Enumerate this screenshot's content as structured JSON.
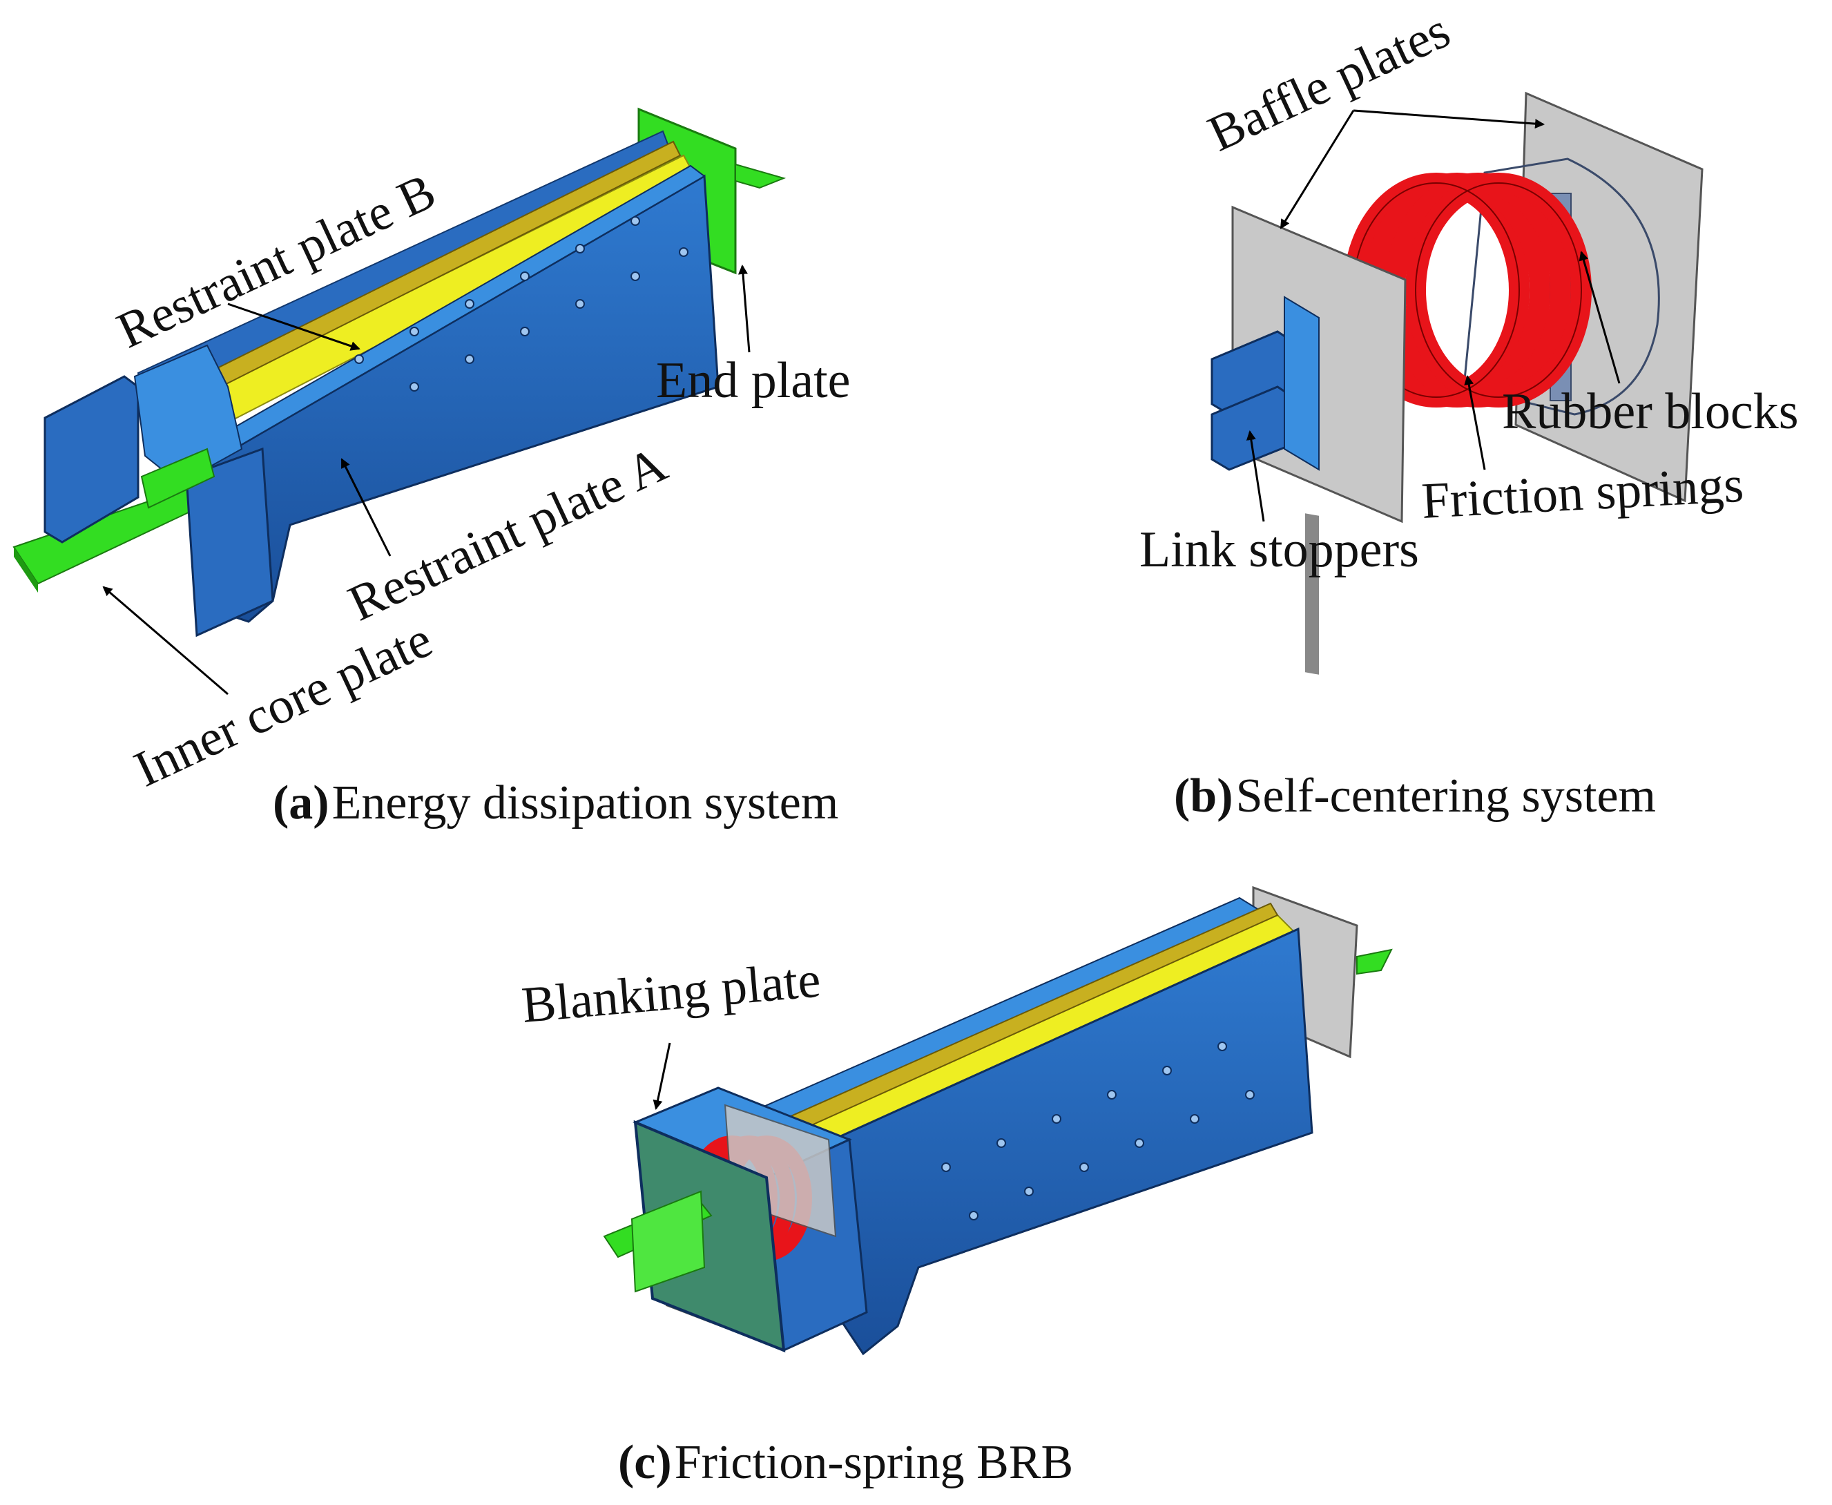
{
  "panel_a": {
    "labels": {
      "restraint_b": "Restraint plate B",
      "restraint_a": "Restraint plate A",
      "end_plate": "End plate",
      "inner_core": "Inner core plate"
    },
    "caption_letter": "(a)",
    "caption_text": "Energy dissipation system"
  },
  "panel_b": {
    "labels": {
      "baffle": "Baffle plates",
      "rubber": "Rubber blocks",
      "friction": "Friction springs",
      "link": "Link stoppers"
    },
    "caption_letter": "(b)",
    "caption_text": " Self-centering system"
  },
  "panel_c": {
    "labels": {
      "blanking": "Blanking plate"
    },
    "caption_letter": "(c)",
    "caption_text": " Friction-spring BRB"
  },
  "colors": {
    "restraint_blue": "#1f5fb3",
    "restraint_light": "#3a8fe0",
    "core_green": "#33dd22",
    "core_yellow": "#eeee22",
    "spring_red": "#e8141a",
    "rubber_blue": "#aabfe0",
    "baffle_gray": "#c8c8c8",
    "blanking_green": "#3f8a6c"
  }
}
